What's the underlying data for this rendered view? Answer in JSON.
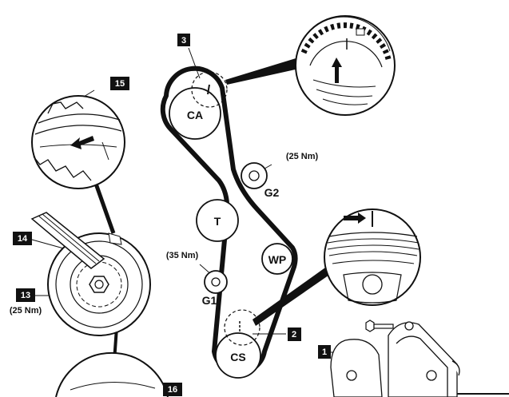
{
  "pulleys": {
    "camshaft": "CA",
    "tensioner": "T",
    "water_pump": "WP",
    "crankshaft": "CS",
    "idler_upper": "G2",
    "idler_lower": "G1"
  },
  "torques": {
    "idler_upper": "(25 Nm)",
    "idler_lower": "(35 Nm)",
    "tensioner_bolt": "(25 Nm)"
  },
  "callouts": {
    "cover_bolt": "1",
    "crank_mark": "2",
    "cam_mark": "3",
    "bolt": "13",
    "tool": "14",
    "tensioner_pointer": "15",
    "detail": "16"
  }
}
